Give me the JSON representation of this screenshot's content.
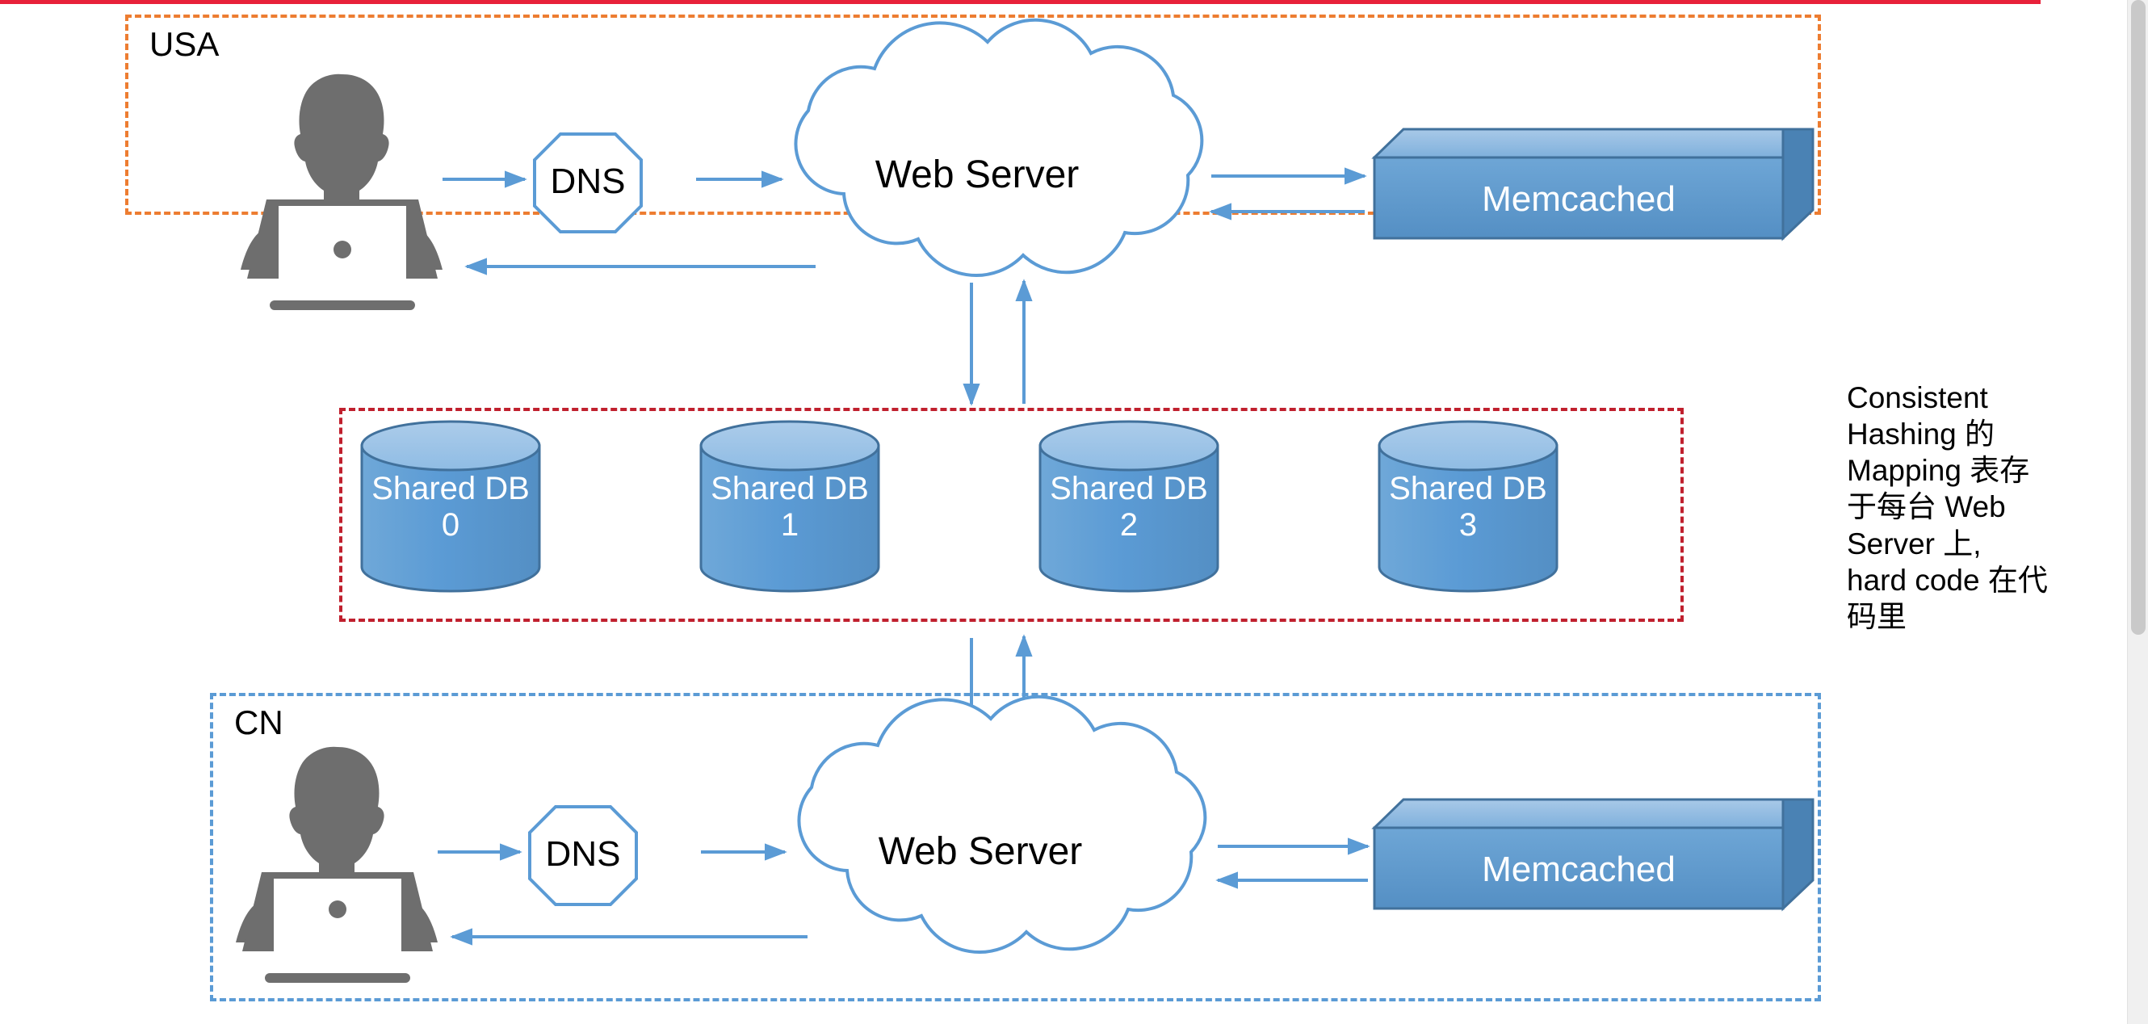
{
  "browser": {
    "progress_percent": 95,
    "progress_color": "#e8213a",
    "scrollbar_position_percent": 0,
    "scrollbar_size_percent": 62
  },
  "palette": {
    "usa_border": "#ED7D31",
    "cn_border": "#5B9BD5",
    "db_border": "#C0202E",
    "arrow": "#5B9BD5",
    "shape_outline": "#5B9BD5",
    "fill_blue": "#5B9BD5",
    "fill_blue_light": "#9DC3E6",
    "fill_blue_dark": "#41719C",
    "person_gray": "#6E6E6E",
    "text_dark": "#000000",
    "text_light": "#FFFFFF"
  },
  "regions": [
    {
      "id": "usa",
      "label": "USA",
      "border_color": "#ED7D31",
      "border_style": "dash-dot"
    },
    {
      "id": "db",
      "label": "",
      "border_color": "#C0202E",
      "border_style": "dashed"
    },
    {
      "id": "cn",
      "label": "CN",
      "border_color": "#5B9BD5",
      "border_style": "dash-dot"
    }
  ],
  "usa": {
    "region_label": "USA",
    "user_icon": "user-laptop-icon",
    "dns": {
      "label": "DNS",
      "shape": "octagon"
    },
    "web_server": {
      "label": "Web Server",
      "shape": "cloud"
    },
    "memcached": {
      "label": "Memcached",
      "shape": "cube-3d"
    }
  },
  "cn": {
    "region_label": "CN",
    "user_icon": "user-laptop-icon",
    "dns": {
      "label": "DNS",
      "shape": "octagon"
    },
    "web_server": {
      "label": "Web Server",
      "shape": "cloud"
    },
    "memcached": {
      "label": "Memcached",
      "shape": "cube-3d"
    }
  },
  "shared_db": {
    "items": [
      {
        "line1": "Shared DB",
        "line2": "0"
      },
      {
        "line1": "Shared DB",
        "line2": "1"
      },
      {
        "line1": "Shared DB",
        "line2": "2"
      },
      {
        "line1": "Shared DB",
        "line2": "3"
      }
    ]
  },
  "annotation": {
    "text": "Consistent Hashing 的 Mapping 表存于每台 Web Server 上, hard code 在代码里"
  },
  "connections": [
    {
      "from": "usa-user",
      "to": "usa-dns",
      "direction": "right"
    },
    {
      "from": "usa-dns",
      "to": "usa-web-server",
      "direction": "right"
    },
    {
      "from": "usa-web-server",
      "to": "usa-user",
      "direction": "left"
    },
    {
      "from": "usa-web-server",
      "to": "usa-memcached",
      "direction": "right"
    },
    {
      "from": "usa-memcached",
      "to": "usa-web-server",
      "direction": "left"
    },
    {
      "from": "usa-web-server",
      "to": "shared-db",
      "direction": "down"
    },
    {
      "from": "shared-db",
      "to": "usa-web-server",
      "direction": "up"
    },
    {
      "from": "shared-db",
      "to": "cn-web-server",
      "direction": "down"
    },
    {
      "from": "cn-web-server",
      "to": "shared-db",
      "direction": "up"
    },
    {
      "from": "cn-user",
      "to": "cn-dns",
      "direction": "right"
    },
    {
      "from": "cn-dns",
      "to": "cn-web-server",
      "direction": "right"
    },
    {
      "from": "cn-web-server",
      "to": "cn-user",
      "direction": "left"
    },
    {
      "from": "cn-web-server",
      "to": "cn-memcached",
      "direction": "right"
    },
    {
      "from": "cn-memcached",
      "to": "cn-web-server",
      "direction": "left"
    }
  ]
}
